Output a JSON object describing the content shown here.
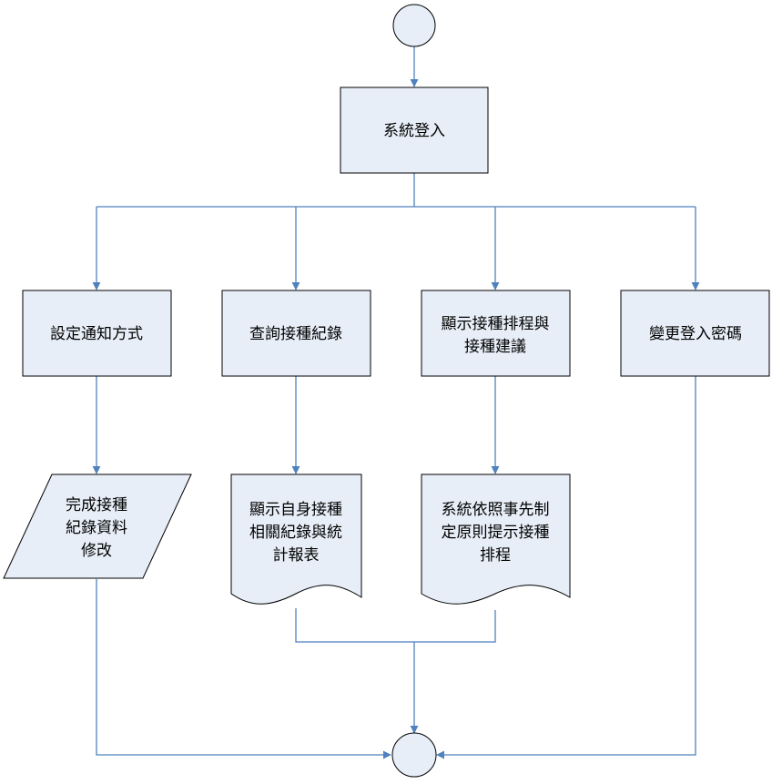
{
  "colors": {
    "fill": "#e8eef7",
    "stroke": "#000000",
    "connector": "#4f81bd"
  },
  "nodes": {
    "start": {
      "shape": "circle"
    },
    "login": {
      "shape": "rect",
      "lines": [
        "系統登入"
      ]
    },
    "notify": {
      "shape": "rect",
      "lines": [
        "設定通知方式"
      ]
    },
    "query": {
      "shape": "rect",
      "lines": [
        "查詢接種紀錄"
      ]
    },
    "schedule": {
      "shape": "rect",
      "lines": [
        "顯示接種排程與",
        "接種建議"
      ]
    },
    "password": {
      "shape": "rect",
      "lines": [
        "變更登入密碼"
      ]
    },
    "modify": {
      "shape": "parallelogram",
      "lines": [
        "完成接種",
        "紀錄資料",
        "修改"
      ]
    },
    "report": {
      "shape": "document",
      "lines": [
        "顯示自身接種",
        "相關紀錄與統",
        "計報表"
      ]
    },
    "rule": {
      "shape": "document",
      "lines": [
        "系統依照事先制",
        "定原則提示接種",
        "排程"
      ]
    },
    "end": {
      "shape": "circle"
    }
  }
}
